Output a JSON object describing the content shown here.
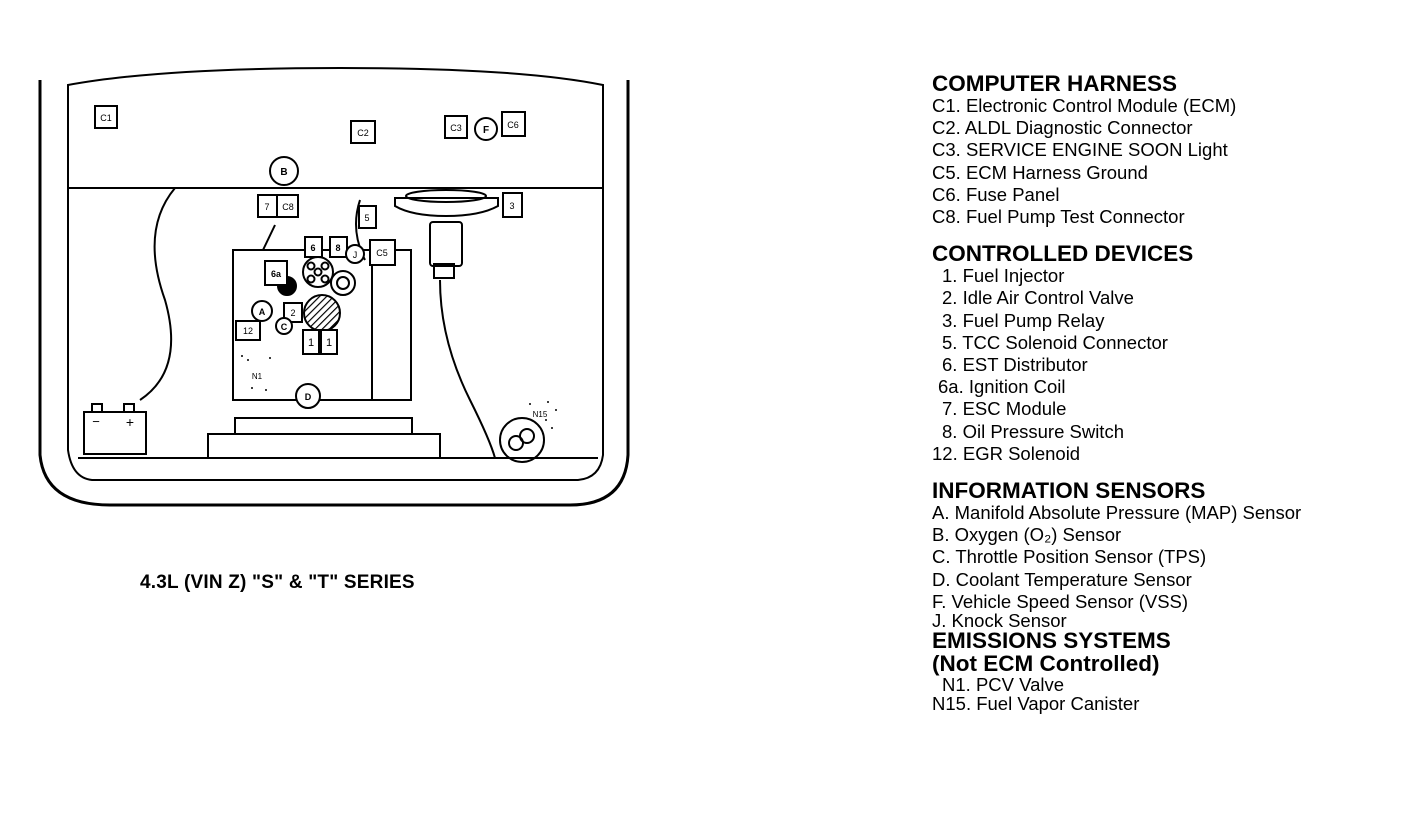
{
  "caption": "4.3L (VIN Z) \"S\" & \"T\" SERIES",
  "diagram_labels": {
    "c1": "C1",
    "c2": "C2",
    "c3": "C3",
    "c6": "C6",
    "c5": "C5",
    "c8": "C8",
    "f": "F",
    "b": "B",
    "j": "J",
    "a": "A",
    "c": "C",
    "d": "D",
    "n1": "N1",
    "n15": "N15",
    "n7": "7",
    "n3": "3",
    "n5": "5",
    "n6": "6",
    "n8": "8",
    "n6a": "6a",
    "n2": "2",
    "n12": "12",
    "n1a": "1",
    "n1b": "1",
    "minus": "−",
    "plus": "+"
  },
  "legend": {
    "computer_harness": {
      "title": "COMPUTER HARNESS",
      "items": [
        {
          "code": "C1.",
          "text": "Electronic Control Module (ECM)"
        },
        {
          "code": "C2.",
          "text": "ALDL Diagnostic Connector"
        },
        {
          "code": "C3.",
          "text": "SERVICE ENGINE SOON Light"
        },
        {
          "code": "C5.",
          "text": "ECM Harness Ground"
        },
        {
          "code": "C6.",
          "text": "Fuse Panel"
        },
        {
          "code": "C8.",
          "text": "Fuel Pump Test Connector"
        }
      ]
    },
    "controlled_devices": {
      "title": "CONTROLLED DEVICES",
      "items": [
        {
          "code": "1.",
          "text": "Fuel Injector"
        },
        {
          "code": "2.",
          "text": "Idle Air Control Valve"
        },
        {
          "code": "3.",
          "text": "Fuel Pump Relay"
        },
        {
          "code": "5.",
          "text": "TCC Solenoid Connector"
        },
        {
          "code": "6.",
          "text": "EST Distributor"
        },
        {
          "code": "6a.",
          "text": "Ignition Coil"
        },
        {
          "code": "7.",
          "text": "ESC Module"
        },
        {
          "code": "8.",
          "text": "Oil Pressure Switch"
        },
        {
          "code": "12.",
          "text": "EGR Solenoid"
        }
      ]
    },
    "information_sensors": {
      "title": "INFORMATION SENSORS",
      "items": [
        {
          "code": "A.",
          "text": "Manifold Absolute Pressure (MAP) Sensor"
        },
        {
          "code": "B.",
          "text": "Oxygen (O₂) Sensor"
        },
        {
          "code": "C.",
          "text": "Throttle Position Sensor (TPS)"
        },
        {
          "code": "D.",
          "text": "Coolant Temperature Sensor"
        },
        {
          "code": "F.",
          "text": "Vehicle Speed Sensor (VSS)"
        },
        {
          "code": "J.",
          "text": "Knock Sensor"
        }
      ]
    },
    "emissions_systems": {
      "title": "EMISSIONS SYSTEMS",
      "subtitle": "(Not ECM Controlled)",
      "items": [
        {
          "code": "N1.",
          "text": "PCV Valve"
        },
        {
          "code": "N15.",
          "text": "Fuel Vapor Canister"
        }
      ]
    }
  }
}
